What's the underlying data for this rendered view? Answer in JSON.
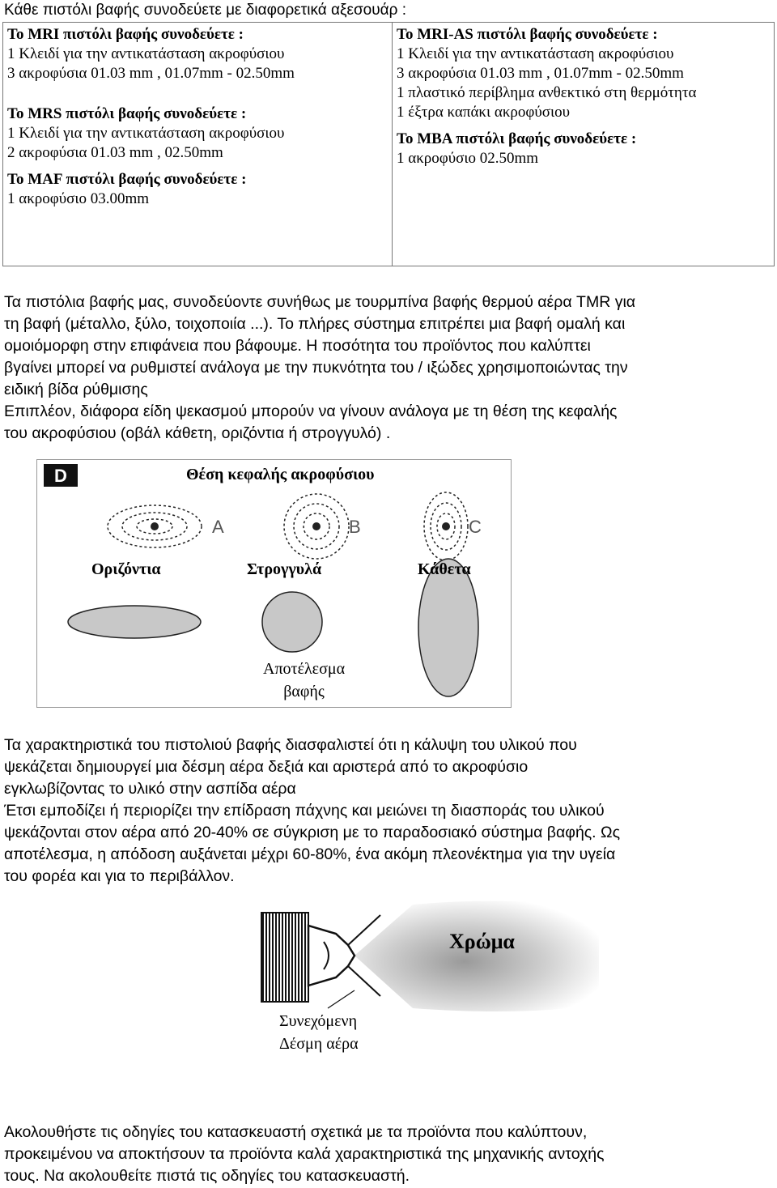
{
  "intro": "Κάθε πιστόλι βαφής συνοδεύετε με διαφορετικά αξεσουάρ :",
  "table": {
    "left": [
      {
        "heading": "Το MRI πιστόλι βαφής συνοδεύετε :",
        "lines": [
          "1 Κλειδί για την αντικατάσταση  ακροφύσιου",
          "3 ακροφύσια 01.03 mm , 01.07mm - 02.50mm"
        ]
      },
      {
        "heading": "Το MRS πιστόλι βαφής συνοδεύετε :",
        "lines": [
          "1 Κλειδί για την αντικατάσταση  ακροφύσιου",
          "2 ακροφύσια 01.03 mm ,  02.50mm"
        ]
      },
      {
        "heading": "Το MAF πιστόλι βαφής συνοδεύετε :",
        "lines": [
          "1 ακροφύσιο  03.00mm"
        ]
      }
    ],
    "right": [
      {
        "heading": "Το MRI-AS πιστόλι βαφής συνοδεύετε :",
        "lines": [
          "1 Κλειδί για την αντικατάσταση  ακροφύσιου",
          "3 ακροφύσια 01.03 mm , 01.07mm - 02.50mm",
          "1 πλαστικό περίβλημα ανθεκτικό στη θερμότητα",
          "1 έξτρα καπάκι ακροφύσιου"
        ]
      },
      {
        "heading": "Το MBA πιστόλι βαφής συνοδεύετε :",
        "lines": [
          "1 ακροφύσιο  02.50mm"
        ]
      }
    ]
  },
  "para1": [
    "Τα πιστόλια βαφής μας, συνοδεύοντε συνήθως με τουρμπίνα βαφής θερμού αέρα TMR για",
    "τη βαφή (μέταλλο, ξύλο, τοιχοποιία ...). Το πλήρες σύστημα επιτρέπει μια βαφή ομαλή και",
    "ομοιόμορφη στην επιφάνεια που βάφουμε. Η ποσότητα του προϊόντος που καλύπτει",
    "βγαίνει μπορεί να ρυθμιστεί ανάλογα με την πυκνότητα του / ιξώδες χρησιμοποιώντας την",
    "ειδική βίδα ρύθμισης",
    "Επιπλέον, διάφορα είδη ψεκασμού μπορούν να γίνουν ανάλογα με τη θέση της κεφαλής",
    "του ακροφύσιου (οβάλ κάθετη, οριζόντια ή στρογγυλό) ."
  ],
  "figure": {
    "title": "Θέση κεφαλής ακροφύσιου",
    "panel_letter": "D",
    "markers": [
      "A",
      "B",
      "C"
    ],
    "patterns": [
      "Οριζόντια",
      "Στρογγυλά",
      "Κάθετα"
    ],
    "result": [
      "Αποτέλεσμα",
      "βαφής"
    ]
  },
  "para2": [
    "Τα χαρακτηριστικά του πιστολιού βαφής διασφαλιστεί ότι η κάλυψη του υλικού που",
    "ψεκάζεται   δημιουργεί μια δέσμη αέρα δεξιά και αριστερά από το ακροφύσιο",
    "εγκλωβίζοντας το υλικό στην ασπίδα αέρα",
    "Έτσι εμποδίζει ή περιορίζει την επίδραση πάχνης και μειώνει τη διασποράς του υλικού",
    "ψεκάζονται στον αέρα από 20-40% σε σύγκριση με το παραδοσιακό σύστημα βαφής. Ως",
    "αποτέλεσμα, η απόδοση αυξάνεται μέχρι 60-80%, ένα ακόμη πλεονέκτημα για την υγεία",
    "του φορέα και για το περιβάλλον."
  ],
  "spray": {
    "color_label": "Χρώμα",
    "air_label": [
      "Συνεχόμενη",
      "Δέσμη αέρα"
    ]
  },
  "para3": [
    "Ακολουθήστε τις οδηγίες του κατασκευαστή σχετικά με τα προϊόντα που καλύπτουν,",
    "προκειμένου να αποκτήσουν τα προϊόντα καλά χαρακτηριστικά της μηχανικής αντοχής",
    "τους. Να ακολουθείτε πιστά τις οδηγίες του κατασκευαστή."
  ]
}
